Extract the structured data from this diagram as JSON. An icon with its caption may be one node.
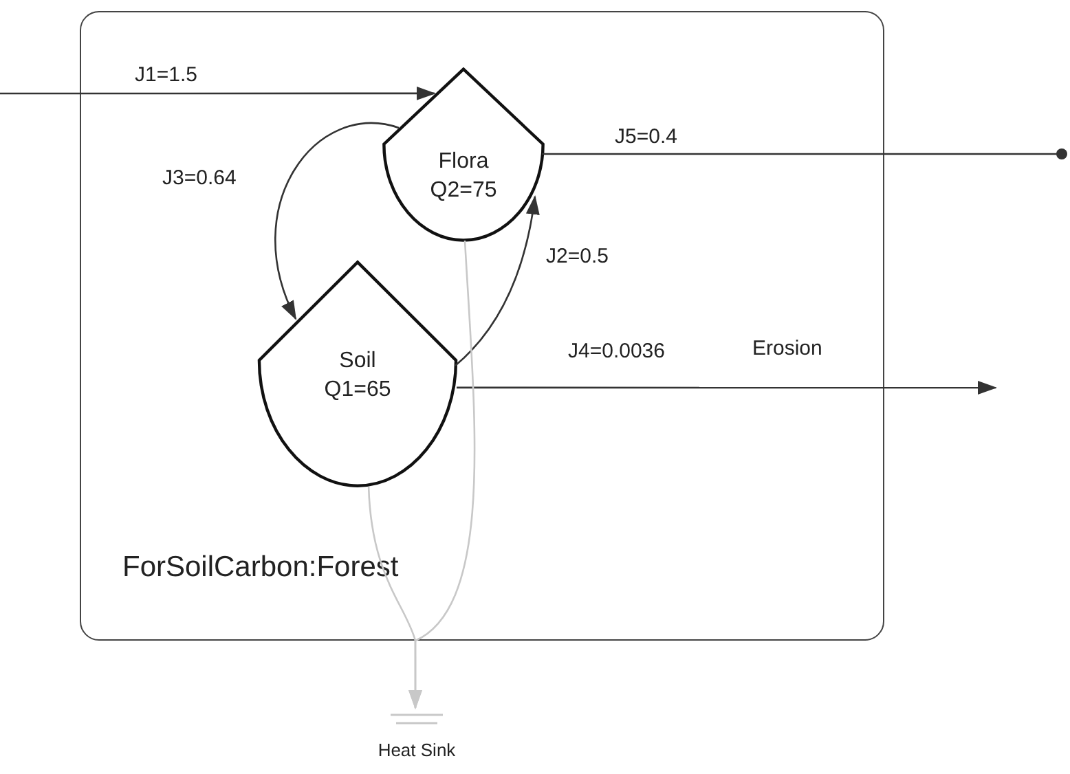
{
  "diagram": {
    "nodes": [
      {
        "text": [
          "ForSoilCarbon:Forest"
        ]
      },
      {
        "text": [
          "Flora",
          "Q2=75"
        ],
        "in": 0
      },
      {
        "text": [
          "Soil",
          "Q1=65"
        ],
        "in": 0
      },
      {
        "text": [
          "Heat Sink"
        ]
      }
    ],
    "edges": [
      {
        "from": null,
        "to": 1,
        "arrow": "to",
        "label": "J1=1.5"
      },
      {
        "from": 2,
        "to": 1,
        "arrow": "to",
        "label": "J2=0.5"
      },
      {
        "from": 1,
        "to": 2,
        "arrow": "to",
        "label": "J3=0.64"
      },
      {
        "from": 2,
        "to": null,
        "arrow": "to",
        "label": "J4=0.0036"
      },
      {
        "from": 1,
        "to": null,
        "arrow": "other",
        "label": "J5=0.4"
      },
      {
        "from": 2,
        "to": 3,
        "arrow": "to",
        "color": "#c8c8c8"
      },
      {
        "from": 1,
        "to": 3,
        "arrow": "to",
        "color": "#c8c8c8"
      }
    ],
    "labels": [
      "Erosion"
    ]
  }
}
